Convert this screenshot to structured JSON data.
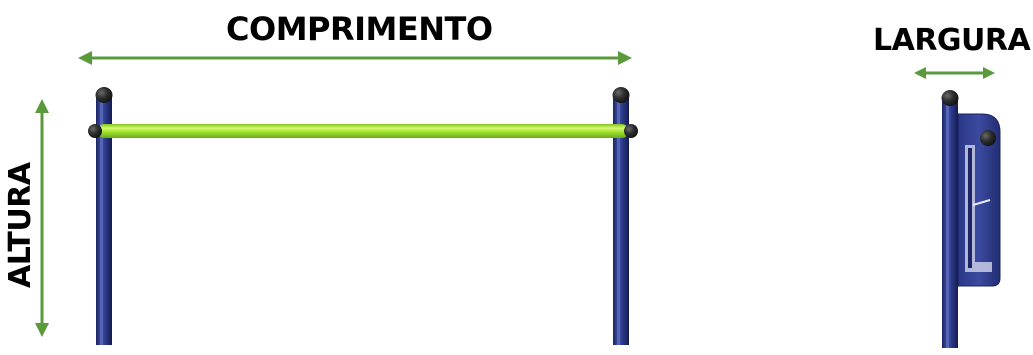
{
  "labels": {
    "length": "COMPRIMENTO",
    "width": "LARGURA",
    "height": "ALTURA"
  },
  "colors": {
    "arrow": "#5a9a3c",
    "post": "#23307a",
    "post_highlight": "#5764b8",
    "bar": "#9be02b",
    "bar_highlight": "#d9fb7a",
    "cap": "#2a2a2a",
    "text": "#000000"
  }
}
